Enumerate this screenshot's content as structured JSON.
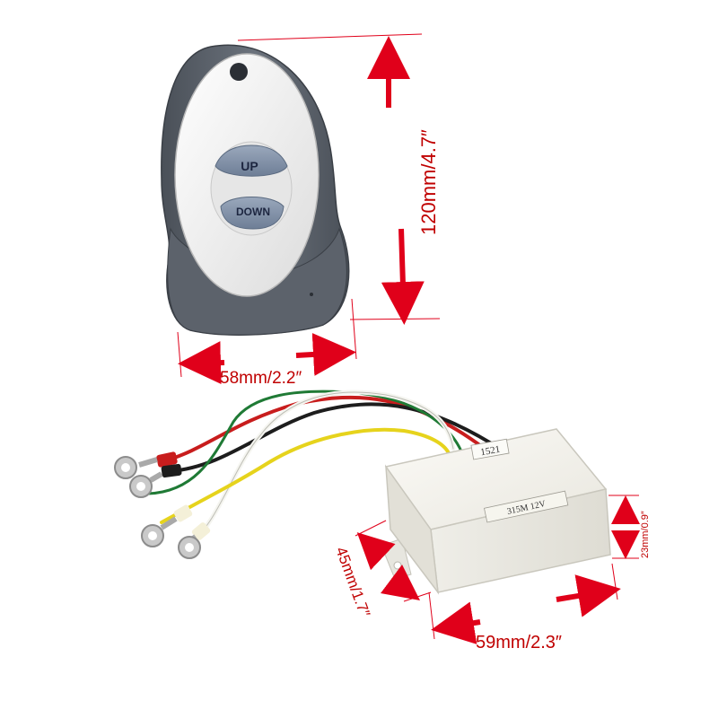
{
  "remote": {
    "up_label": "UP",
    "down_label": "DOWN",
    "height_label": "120mm/4.7″",
    "width_label": "58mm/2.2″"
  },
  "receiver": {
    "sticker_top": "1521",
    "sticker_front": "315M 12V",
    "depth_label": "45mm/1.7″",
    "width_label": "59mm/2.3″",
    "height_label": "23mm/0.9″"
  },
  "colors": {
    "dimension": "#e0001a",
    "remote_shell": "#5f6670",
    "remote_face": "#f4f4f4",
    "button": "#7e8fa8",
    "box": "#f0efe9"
  }
}
